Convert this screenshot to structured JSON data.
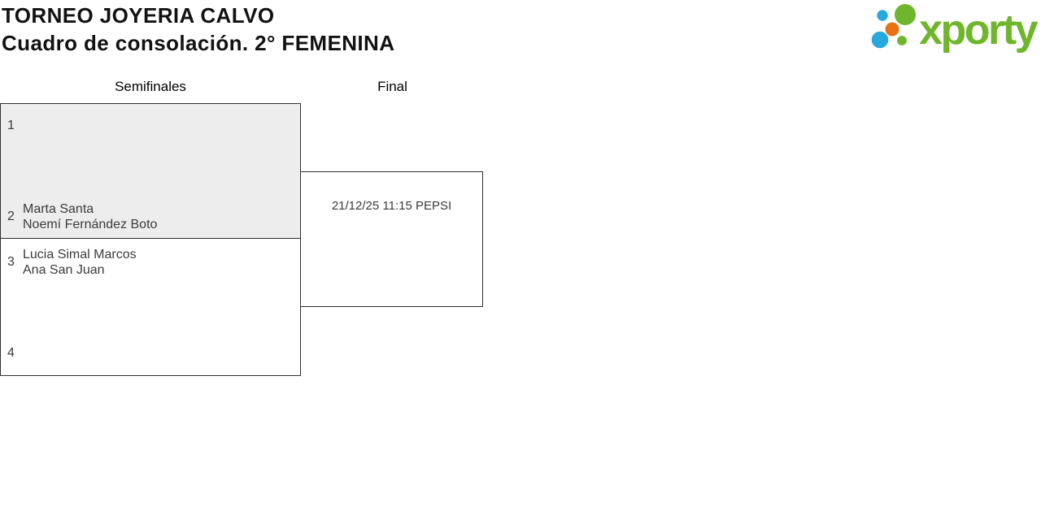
{
  "header": {
    "title": "TORNEO JOYERIA CALVO",
    "subtitle": "Cuadro de consolación. 2° FEMENINA"
  },
  "logo": {
    "wordmark": "xporty",
    "green": "#6fb62c",
    "blue": "#29a8e0",
    "orange": "#e87211"
  },
  "colors": {
    "highlight_match_bg": "#ededed",
    "match_border": "#2f2f2f",
    "text": "#3b3b3b"
  },
  "bracket": {
    "round_labels": {
      "semifinals": "Semifinales",
      "final": "Final"
    },
    "semifinals": [
      {
        "slots": [
          {
            "seed": "1",
            "players": []
          },
          {
            "seed": "2",
            "players": [
              "Marta Santa",
              "Noemí Fernández Boto"
            ]
          }
        ]
      },
      {
        "slots": [
          {
            "seed": "3",
            "players": [
              "Lucia Simal Marcos",
              "Ana San Juan"
            ]
          },
          {
            "seed": "4",
            "players": []
          }
        ]
      }
    ],
    "final": {
      "schedule": "21/12/25 11:15 PEPSI"
    }
  }
}
